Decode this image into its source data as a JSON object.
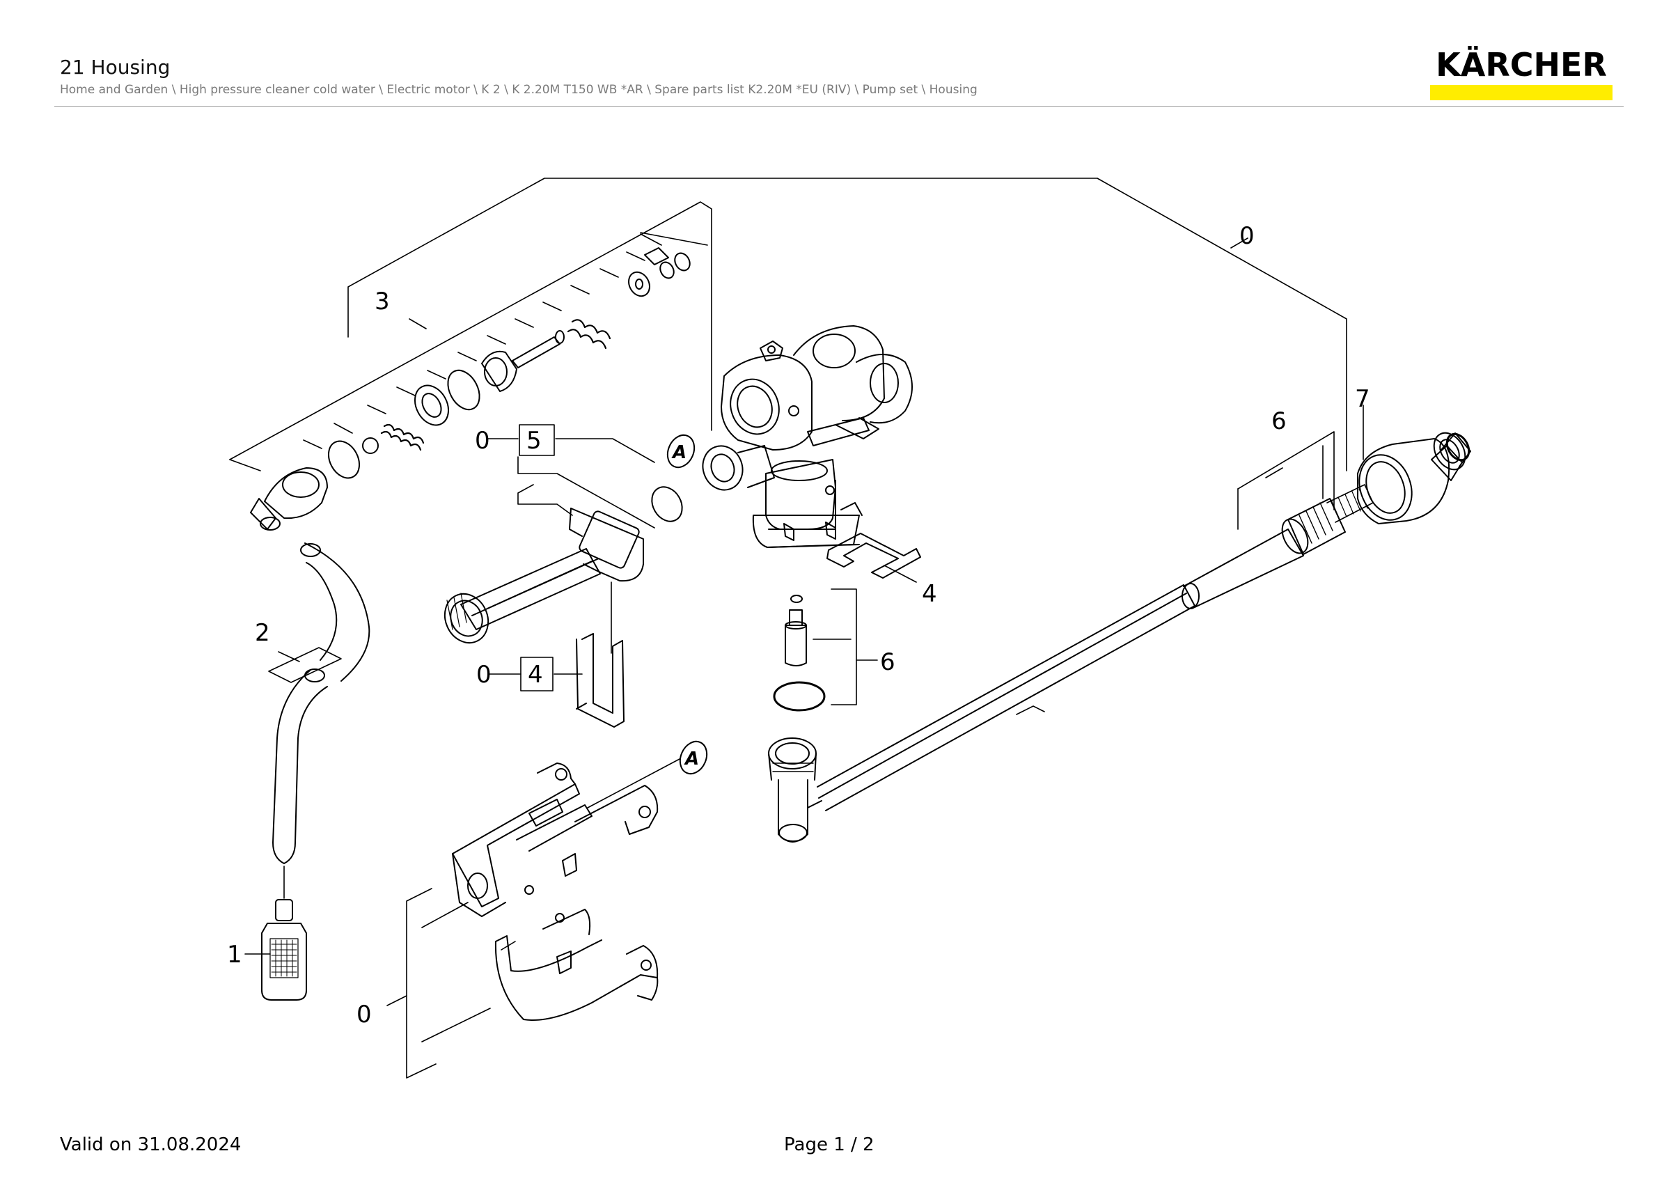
{
  "header": {
    "title": "21 Housing",
    "breadcrumb": "Home and Garden \\ High pressure cleaner cold water \\ Electric motor \\ K 2 \\ K 2.20M T150 WB *AR \\ Spare parts list K2.20M *EU (RIV) \\ Pump set \\ Housing"
  },
  "brand": {
    "name": "KÄRCHER",
    "bar_color": "#FFED00"
  },
  "diagram": {
    "callouts": {
      "c0_top": "0",
      "c3": "3",
      "c0_box5": "0",
      "c5": "5",
      "cA_upper": "A",
      "c7": "7",
      "c6_right": "6",
      "c4_right": "4",
      "c6_mid": "6",
      "c2": "2",
      "c0_box4": "0",
      "c4_box": "4",
      "cA_lower": "A",
      "c1": "1",
      "c0_bottom": "0"
    }
  },
  "footer": {
    "valid": "Valid on 31.08.2024",
    "page": "Page 1 / 2"
  }
}
